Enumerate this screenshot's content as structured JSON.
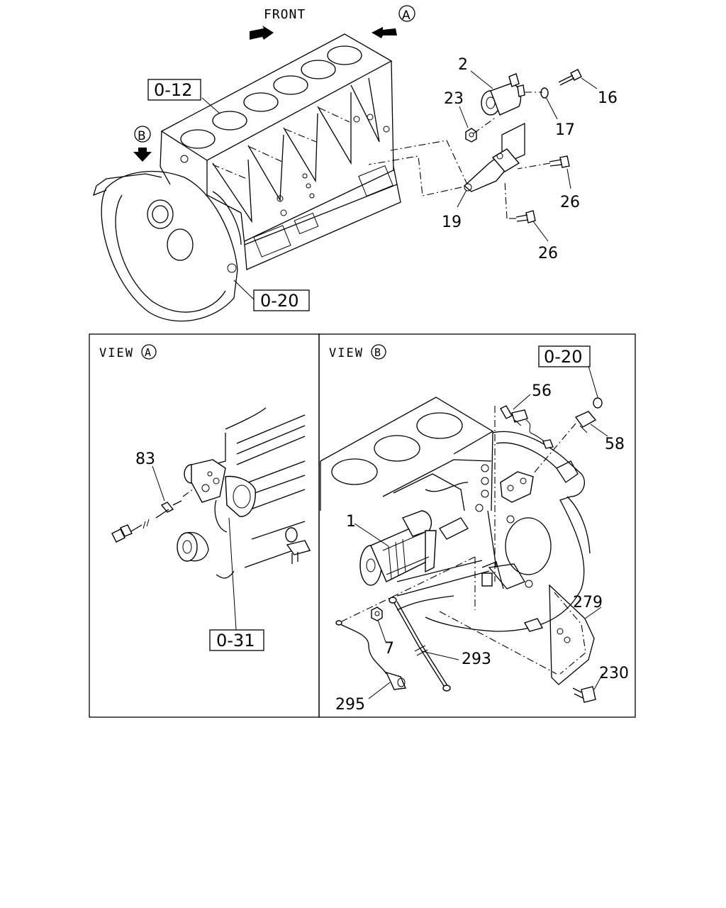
{
  "header": {
    "front_label": "FRONT",
    "view_a_marker": "A",
    "view_b_marker": "B"
  },
  "references": {
    "ref_0_12": "0-12",
    "ref_0_20_top": "0-20",
    "ref_0_31": "0-31",
    "ref_0_20_view_b": "0-20"
  },
  "callouts_top": {
    "c2": "2",
    "c23": "23",
    "c16": "16",
    "c17": "17",
    "c26a": "26",
    "c26b": "26",
    "c19": "19"
  },
  "view_a": {
    "title": "VIEW",
    "marker": "A",
    "callout_83": "83"
  },
  "view_b": {
    "title": "VIEW",
    "marker": "B",
    "callout_56": "56",
    "callout_58": "58",
    "callout_1": "1",
    "callout_279": "279",
    "callout_7": "7",
    "callout_293": "293",
    "callout_230": "230",
    "callout_295": "295"
  }
}
